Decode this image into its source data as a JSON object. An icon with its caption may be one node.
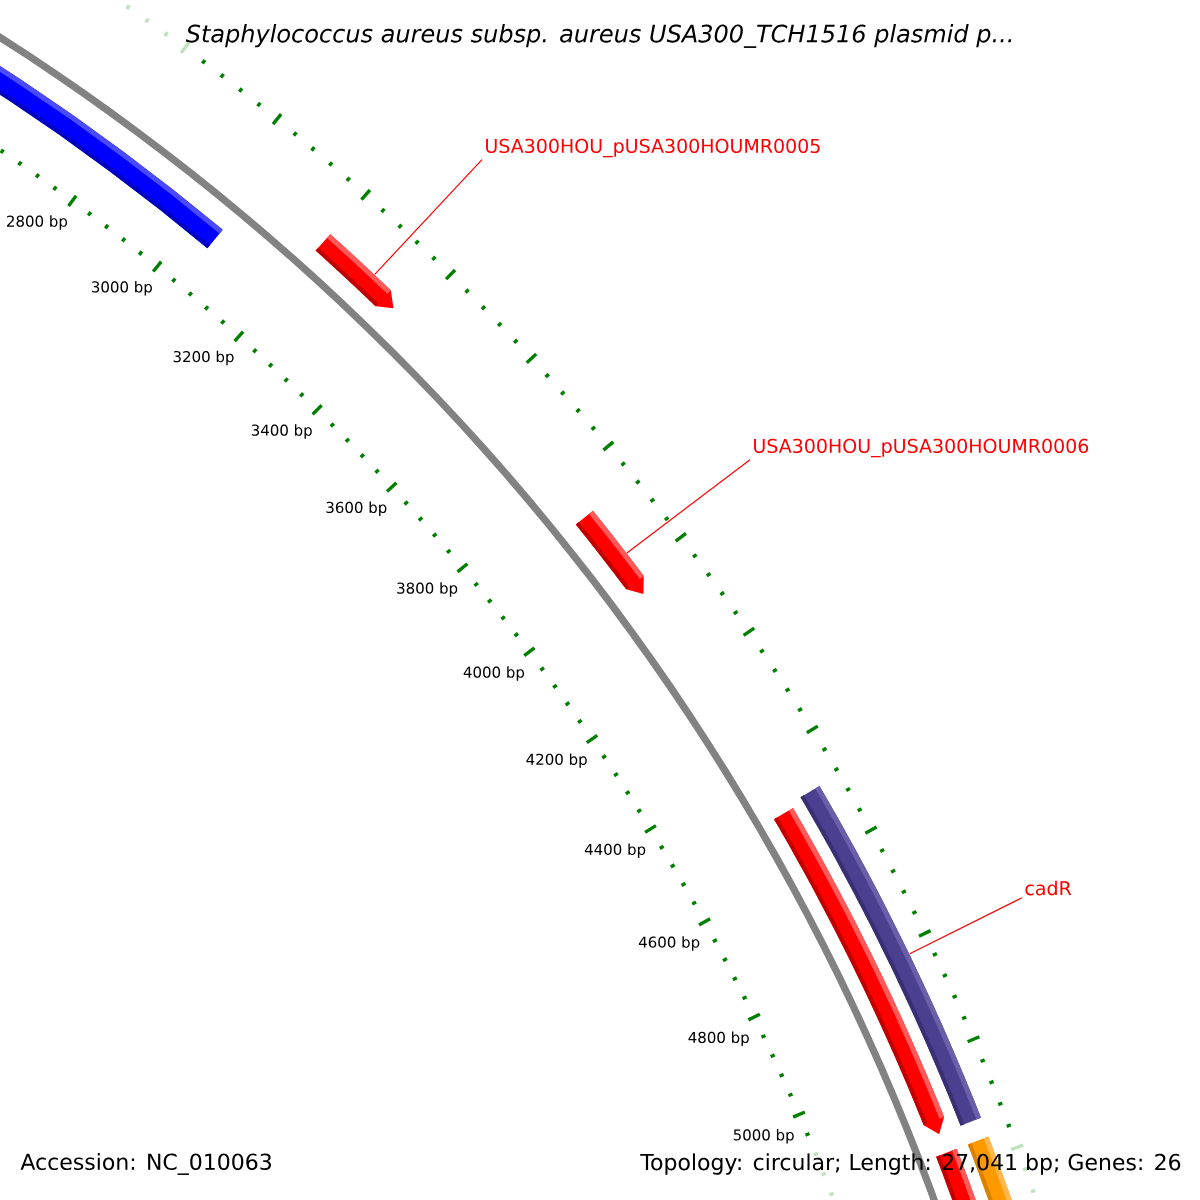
{
  "diagram": {
    "title": "Staphylococcus aureus subsp. aureus USA300_TCH1516 plasmid p...",
    "nodes": [
      {
        "text": [
          "USA300HOU_pUSA300HOUMR0005"
        ]
      },
      {
        "text": [],
        "shape": "arrow"
      },
      {
        "text": [
          "USA300HOU_pUSA300HOUMR0006"
        ]
      },
      {
        "text": [],
        "shape": "arrow"
      },
      {
        "text": [
          "cadR"
        ]
      },
      {
        "text": [],
        "shape": "bar"
      }
    ],
    "edges": [
      {
        "from": 0,
        "to": 1,
        "arrow": "none"
      },
      {
        "from": 2,
        "to": 3,
        "arrow": "none"
      },
      {
        "from": 4,
        "to": 5,
        "arrow": "none"
      }
    ],
    "labels": [
      "2800 bp",
      "3000 bp",
      "3200 bp",
      "3400 bp",
      "3600 bp",
      "3800 bp",
      "4000 bp",
      "4200 bp",
      "4400 bp",
      "4600 bp",
      "4800 bp",
      "5000 bp",
      "Accession: NC_010063",
      "Topology: circular; Length: 27,041 bp; Genes: 26"
    ]
  }
}
